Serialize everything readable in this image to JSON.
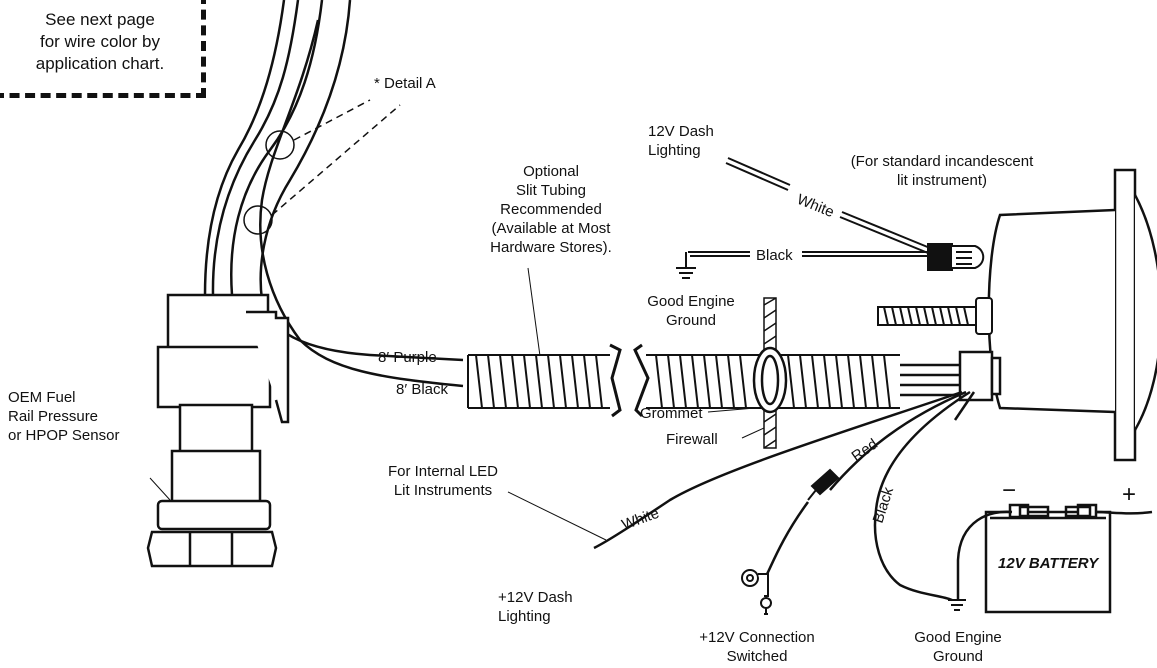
{
  "note": {
    "lines": [
      "See next page",
      "for wire color by",
      "application chart."
    ]
  },
  "labels": {
    "detail_a": "* Detail A",
    "tubing": [
      "Optional",
      "Slit Tubing",
      "Recommended",
      "(Available at Most",
      "Hardware Stores)."
    ],
    "dash_lighting_12v": [
      "12V Dash",
      "Lighting"
    ],
    "incandescent": [
      "(For standard incandescent",
      "lit instrument)"
    ],
    "good_ground_top": [
      "Good Engine",
      "Ground"
    ],
    "sensor": [
      "OEM Fuel",
      "Rail Pressure",
      "or HPOP Sensor"
    ],
    "purple_wire": "8′ Purple",
    "black_wire": "8′ Black",
    "grommet": "Grommet",
    "firewall": "Firewall",
    "led_instruments": [
      "For Internal LED",
      "Lit Instruments"
    ],
    "dash_lighting_plus": [
      "+12V Dash",
      "Lighting"
    ],
    "connection_switched": [
      "+12V Connection",
      "Switched"
    ],
    "good_ground_bottom": [
      "Good Engine",
      "Ground"
    ]
  },
  "wire_labels": {
    "white_top": "White",
    "black_top": "Black",
    "white_bottom": "White",
    "red": "Red",
    "black_bottom": "Black"
  },
  "battery": {
    "label": "12V BATTERY",
    "minus": "−",
    "plus": "+"
  }
}
